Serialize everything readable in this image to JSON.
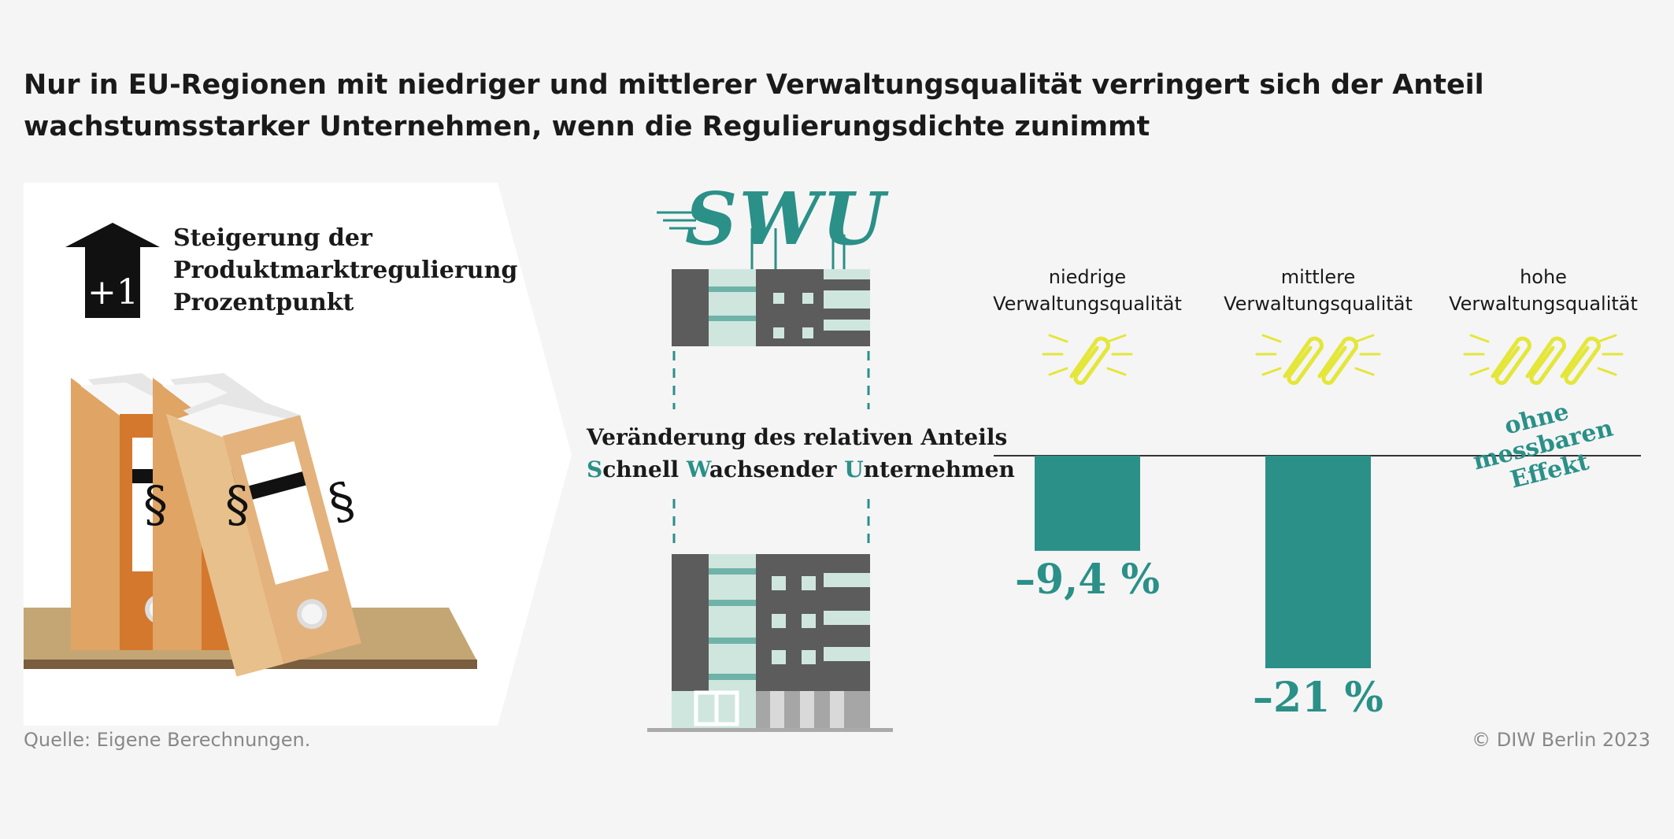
{
  "title": "Nur in EU-Regionen mit niedriger und mittlerer Verwaltungsqualität verringert sich der Anteil wachstumsstarker Unternehmen, wenn die Regulierungsdichte zunimmt",
  "legend": {
    "arrow_value": "+1",
    "line1": "Steigerung der",
    "line2": "Produktmarktregulierung",
    "line3": "Prozentpunkt"
  },
  "binder_symbol": "§",
  "swu_logo": "SWU",
  "center_label": {
    "line1": "Veränderung des relativen Anteils",
    "s": "S",
    "s_rest": "chnell ",
    "w": "W",
    "w_rest": "achsender ",
    "u": "U",
    "u_rest": "nternehmen"
  },
  "chart_data": {
    "type": "bar",
    "categories": [
      "niedrige Verwaltungsqualität",
      "mittlere Verwaltungsqualität",
      "hohe Verwaltungsqualität"
    ],
    "category_lines": [
      [
        "niedrige",
        "Verwaltungsqualität"
      ],
      [
        "mittlere",
        "Verwaltungsqualität"
      ],
      [
        "hohe",
        "Verwaltungsqualität"
      ]
    ],
    "values": [
      -9.4,
      -21,
      null
    ],
    "value_labels": [
      "–9,4 %",
      "–21 %",
      ""
    ],
    "paperclips": [
      1,
      2,
      3
    ],
    "no_effect_label": [
      "ohne",
      "messbaren",
      "Effekt"
    ],
    "ylim": [
      -21,
      0
    ],
    "bar_color": "#2a9088",
    "clip_color": "#e4e63a"
  },
  "colors": {
    "teal": "#2a9088",
    "binder_orange": "#d4782d",
    "binder_light": "#e4b27c",
    "shelf": "#c4a674",
    "building_dark": "#5c5c5c",
    "building_light": "#cfe6df"
  },
  "source": "Quelle: Eigene Berechnungen.",
  "copyright": "© DIW Berlin 2023"
}
